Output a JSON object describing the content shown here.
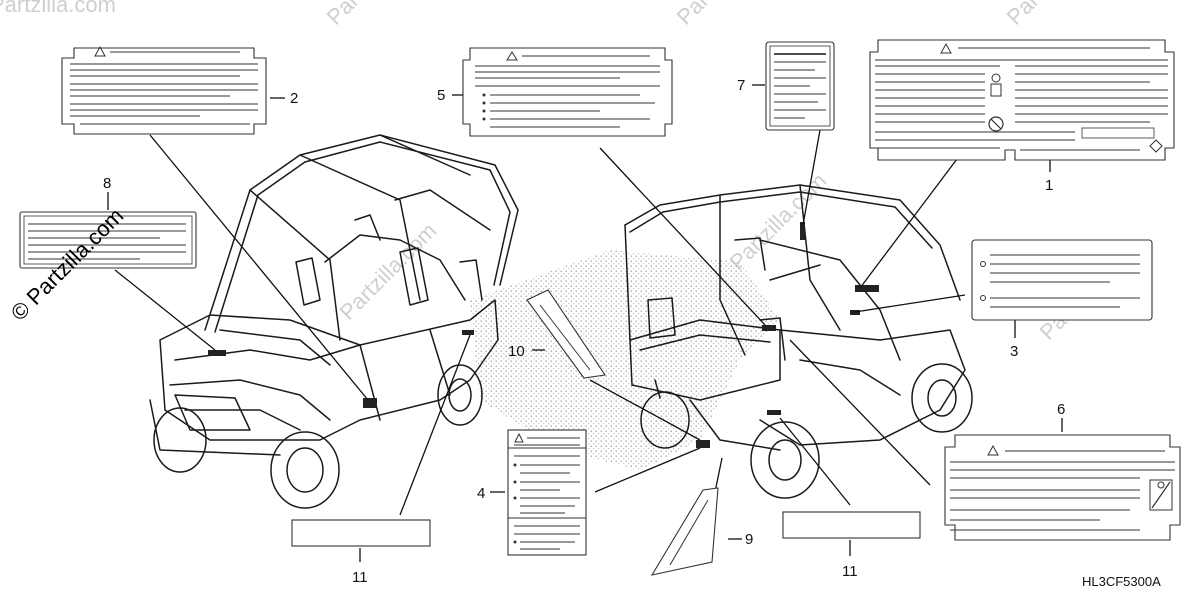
{
  "diagram": {
    "callouts": {
      "c1": "1",
      "c2": "2",
      "c3": "3",
      "c4": "4",
      "c5": "5",
      "c6": "6",
      "c7": "7",
      "c8": "8",
      "c9": "9",
      "c10": "10",
      "c11a": "11",
      "c11b": "11"
    },
    "part_code": "HL3CF5300A",
    "watermark": "© Partzilla.com",
    "watermark_faint": "Partzilla.com"
  }
}
